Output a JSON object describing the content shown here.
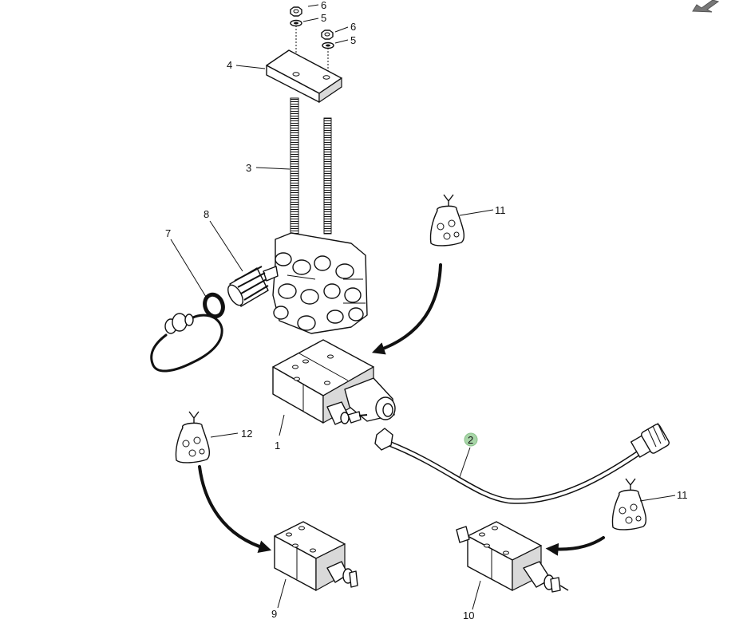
{
  "diagram": {
    "callouts": {
      "c1": "1",
      "c2": "2",
      "c3": "3",
      "c4": "4",
      "c5a": "5",
      "c5b": "5",
      "c6a": "6",
      "c6b": "6",
      "c7": "7",
      "c8": "8",
      "c9": "9",
      "c10": "10",
      "c11a": "11",
      "c11b": "11",
      "c12": "12"
    },
    "highlight_color": "#a8d5a8",
    "ink_color": "#111111",
    "corner_icon": "arrow-down-left-icon"
  }
}
